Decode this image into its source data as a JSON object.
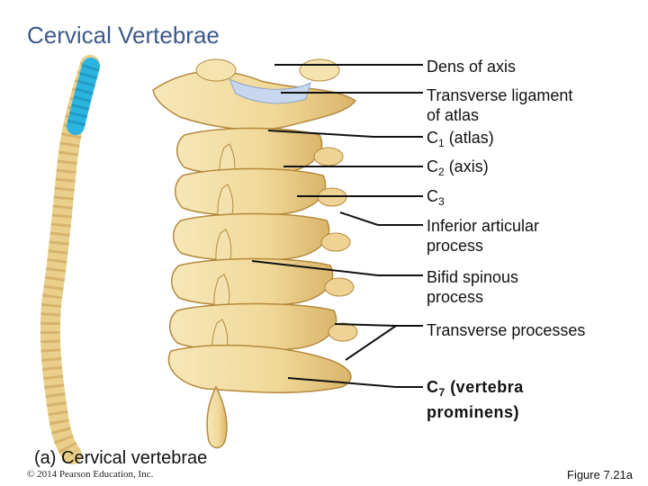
{
  "title": "Cervical Vertebrae",
  "labels": {
    "dens": "Dens of axis",
    "transverse_ligament_line1": "Transverse ligament",
    "transverse_ligament_line2": "of atlas",
    "c1_base": "C",
    "c1_sub": "1",
    "c1_rest": " (atlas)",
    "c2_base": "C",
    "c2_sub": "2",
    "c2_rest": " (axis)",
    "c3_base": "C",
    "c3_sub": "3",
    "inferior_line1": "Inferior articular",
    "inferior_line2": "process",
    "bifid_line1": "Bifid spinous",
    "bifid_line2": "process",
    "transverse_processes": "Transverse processes",
    "c7_base": "C",
    "c7_sub": "7",
    "c7_rest": " (vertebra",
    "c7_line2": "prominens)"
  },
  "caption": "(a) Cervical vertebrae",
  "copyright": "© 2014 Pearson Education, Inc.",
  "figure": "Figure 7.21a",
  "colors": {
    "title": "#3d5a8a",
    "bone": "#f2dca0",
    "bone_shadow": "#c9a45a",
    "spine_highlight": "#2bb4e0",
    "ligament": "#c9d7ee",
    "leader": "#111111"
  }
}
